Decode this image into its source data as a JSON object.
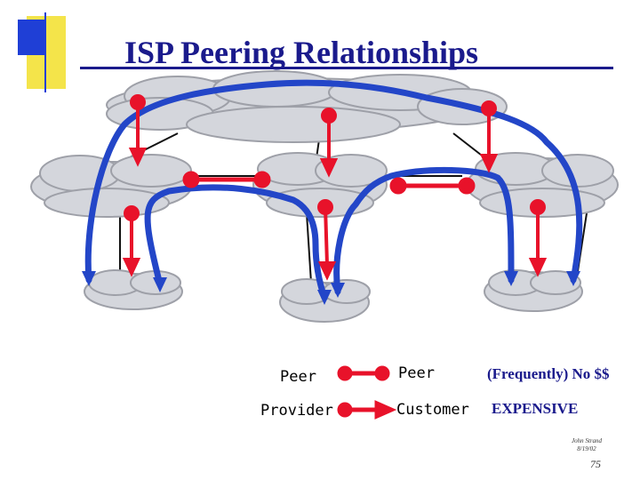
{
  "slide": {
    "title": "ISP Peering Relationships",
    "page_number": "75",
    "author": "John Strand",
    "date": "8/19/02"
  },
  "legend": {
    "peer_left": "Peer",
    "peer_right": "Peer",
    "provider": "Provider",
    "customer": "Customer",
    "peer_note": "(Frequently)  No  $$",
    "provider_note": "EXPENSIVE"
  },
  "colors": {
    "title": "#1a1a8c",
    "peer_link": "#e8122a",
    "traffic_path": "#2346c8",
    "cloud_fill": "#d4d6dc",
    "cloud_stroke": "#9ea0a8",
    "accent_yellow": "#f4e44a",
    "accent_blue": "#1f3fd6"
  }
}
